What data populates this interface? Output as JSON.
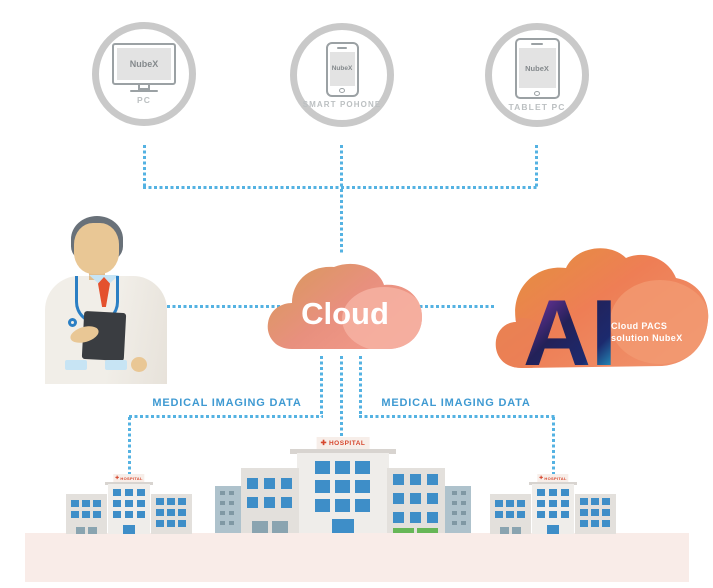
{
  "devices": [
    {
      "screen_label": "NubeX",
      "label": "PC"
    },
    {
      "screen_label": "NubeX",
      "label": "SMART POHONE"
    },
    {
      "screen_label": "NubeX",
      "label": "TABLET PC"
    }
  ],
  "cloud": {
    "label": "Cloud"
  },
  "ai_cloud": {
    "label": "AI",
    "caption_line1": "Cloud PACS",
    "caption_line2": "solution NubeX"
  },
  "links": {
    "left_label": "MEDICAL IMAGING DATA",
    "right_label": "MEDICAL IMAGING DATA"
  },
  "hospitals": {
    "cross": "✚",
    "left_sign": "HOSPITAL",
    "center_sign": "HOSPITAL",
    "right_sign": "HOSPITAL"
  },
  "colors": {
    "connector_blue": "#54b2e2",
    "data_label_blue": "#3f9ad2",
    "device_ring_gray": "#c9c9c9",
    "cloud_gradient_start": "#d79a58",
    "cloud_gradient_end": "#f29a8b",
    "ai_cloud_gradient_start": "#e2933a",
    "ai_cloud_gradient_end": "#ee7e55",
    "ai_letters_purple": "#9a3fc2",
    "ai_letters_navy": "#232158",
    "ai_letters_teal": "#28b6d8",
    "hospital_window_blue": "#3e8ec8",
    "hospital_sign_red": "#d6472e",
    "hospital_green": "#67b757",
    "ground_pink": "#f9ece8"
  }
}
